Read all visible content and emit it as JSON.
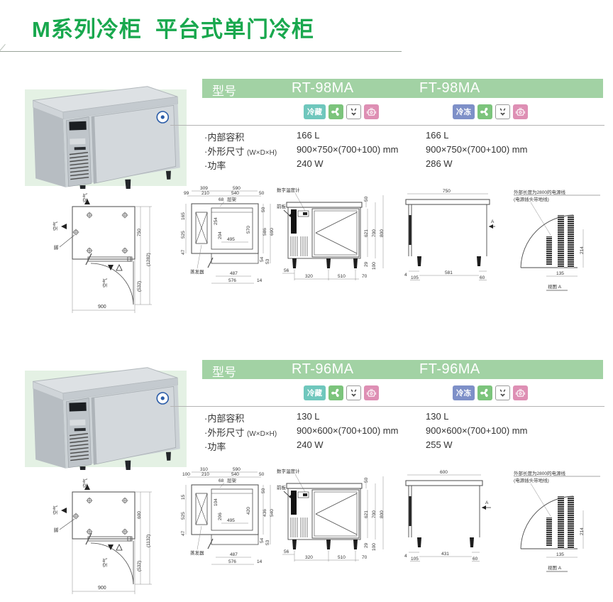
{
  "page": {
    "title": "M系列冷柜  平台式单门冷柜"
  },
  "colors": {
    "accent_green": "#19a84e",
    "table_header_green": "#a2d2a4",
    "photo_bg_green": "#e4f1e4",
    "badge_refrigerated_cyan": "#6fc7bd",
    "badge_frozen_blue": "#7e90c8",
    "badge_fan_green": "#7cc47c",
    "badge_compressor_pink": "#de8fb4"
  },
  "table_labels": {
    "model_header": "型号",
    "capacity": "·内部容积",
    "dims": "·外形尺寸",
    "dims_sub": "(W×D×H)",
    "power": "·功率"
  },
  "icons": [
    "fan-icon",
    "power-plug-icon",
    "compressor-icon"
  ],
  "sections": [
    {
      "model_left": "RT-98MA",
      "model_right": "FT-98MA",
      "badge_left": "冷藏",
      "badge_right": "冷冻",
      "specs": {
        "capacity_left": "166 L",
        "capacity_right": "166 L",
        "dims_left": "900×750×(700+100) mm",
        "dims_right": "900×750×(700+100) mm",
        "power_left": "240 W",
        "power_right": "286 W"
      },
      "plan": {
        "air_top": "空气",
        "air_left": "空气",
        "air_bottom": "空气",
        "foot": "脚",
        "w": "900",
        "d": "750",
        "swing": "(532)",
        "total": "(1282)"
      },
      "xsec": {
        "t1": "309",
        "t2": "590",
        "u1": "99",
        "u2": "210",
        "u3": "540",
        "u4": "50",
        "shelf_w": "68",
        "shelf": "层架",
        "l1": "165",
        "l2": "525",
        "l3": "47",
        "i1": "254",
        "i2": "204",
        "i3": "495",
        "i4": "570",
        "r1": "50",
        "r2": "586",
        "r3": "690",
        "evap": "蒸发器",
        "b1": "487",
        "b2": "576",
        "b3": "14",
        "br1": "54",
        "br2": "53"
      },
      "front": {
        "thermo": "数字温度计",
        "panel": "前板",
        "t1": "50",
        "r1": "621",
        "r2": "700",
        "r3": "800",
        "r4": "29",
        "r5": "100",
        "b0": "56",
        "b1": "320",
        "b2": "510",
        "b3": "70"
      },
      "side": {
        "t1": "750",
        "l1": "4",
        "leg": "105",
        "b1": "581",
        "r1": "60",
        "a": "A"
      },
      "viewa": {
        "note1": "外部长度为2800的电源线",
        "note2": "(电源插头带地线)",
        "d1": "214",
        "d2": "135",
        "label": "视图 A"
      }
    },
    {
      "model_left": "RT-96MA",
      "model_right": "FT-96MA",
      "badge_left": "冷藏",
      "badge_right": "冷冻",
      "specs": {
        "capacity_left": "130 L",
        "capacity_right": "130 L",
        "dims_left": "900×600×(700+100) mm",
        "dims_right": "900×600×(700+100) mm",
        "power_left": "240 W",
        "power_right": "255 W"
      },
      "plan": {
        "air_top": "空气",
        "air_left": "空气",
        "air_bottom": "空气",
        "foot": "脚",
        "w": "900",
        "d": "600",
        "swing": "(532)",
        "total": "(1132)"
      },
      "xsec": {
        "t1": "310",
        "t2": "590",
        "u1": "100",
        "u2": "210",
        "u3": "540",
        "u4": "50",
        "shelf_w": "68",
        "shelf": "层架",
        "l1": "15",
        "l2": "525",
        "l3": "47",
        "i1": "104",
        "i2": "206",
        "i3": "495",
        "i4": "420",
        "r1": "50",
        "r2": "436",
        "r3": "540",
        "evap": "蒸发器",
        "b1": "487",
        "b2": "576",
        "b3": "14",
        "br1": "54",
        "br2": "53"
      },
      "front": {
        "thermo": "数字温度计",
        "panel": "前板",
        "t1": "50",
        "r1": "621",
        "r2": "700",
        "r3": "800",
        "r4": "29",
        "r5": "100",
        "b0": "56",
        "b1": "320",
        "b2": "510",
        "b3": "70"
      },
      "side": {
        "t1": "600",
        "l1": "4",
        "leg": "105",
        "b1": "431",
        "r1": "60",
        "a": "A"
      },
      "viewa": {
        "note1": "外部长度为2800的电源线",
        "note2": "(电源插头带地线)",
        "d1": "214",
        "d2": "135",
        "label": "视图 A"
      }
    }
  ]
}
